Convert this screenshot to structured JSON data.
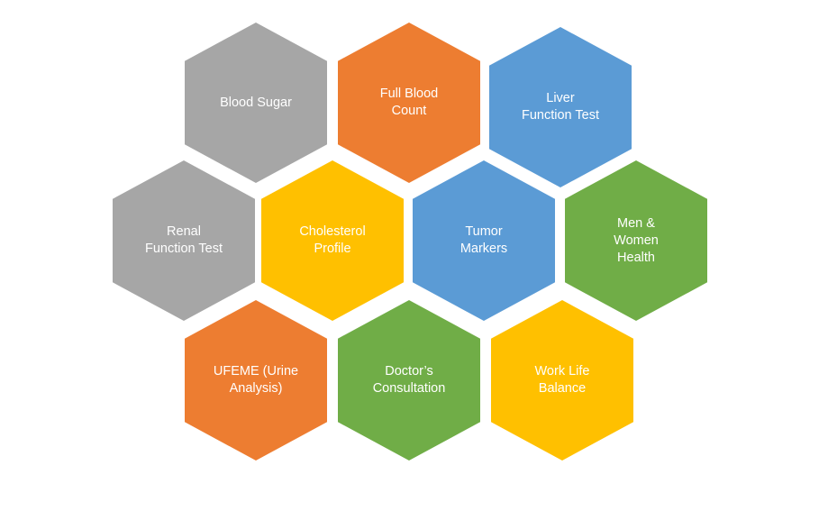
{
  "hexagons": {
    "blood_sugar": {
      "label": "Blood Sugar",
      "color": "#a6a6a6"
    },
    "full_blood_count": {
      "label": "Full Blood\nCount",
      "color": "#ed7d31"
    },
    "liver_function_test": {
      "label": "Liver\nFunction Test",
      "color": "#5b9bd5"
    },
    "renal_function_test": {
      "label": "Renal\nFunction Test",
      "color": "#a6a6a6"
    },
    "cholesterol_profile": {
      "label": "Cholesterol\nProfile",
      "color": "#ffc000"
    },
    "tumor_markers": {
      "label": "Tumor\nMarkers",
      "color": "#5b9bd5"
    },
    "men_women_health": {
      "label": "Men &\nWomen\nHealth",
      "color": "#70ad47"
    },
    "ufeme": {
      "label": "UFEME (Urine\nAnalysis)",
      "color": "#ed7d31"
    },
    "doctors_consultation": {
      "label": "Doctor’s\nConsultation",
      "color": "#70ad47"
    },
    "work_life_balance": {
      "label": "Work Life\nBalance",
      "color": "#ffc000"
    }
  }
}
